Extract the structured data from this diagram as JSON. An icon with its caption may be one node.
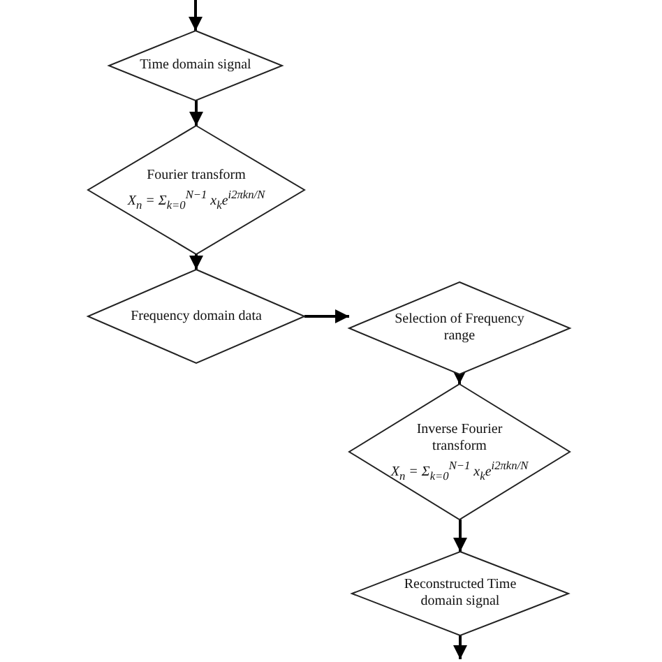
{
  "diagram": {
    "nodes": [
      {
        "text": [
          "Time domain signal"
        ]
      },
      {
        "text": [
          "Fourier transform",
          "X$_{n}$ = Σ$_{k=0}$$^{N−1}$ x$_{k}$e$^{i2πkn/N}$"
        ]
      },
      {
        "text": [
          "Frequency domain data"
        ]
      },
      {
        "text": [
          "Selection of Frequency range"
        ]
      },
      {
        "text": [
          "Inverse Fourier transform",
          "X$_{n}$ = Σ$_{k=0}$$^{N−1}$ x$_{k}$e$^{i2πkn/N}$"
        ]
      },
      {
        "text": [
          "Reconstructed Time domain signal"
        ]
      }
    ],
    "edges": [
      {
        "from": null,
        "to": 0,
        "arrow": "to"
      },
      {
        "from": 0,
        "to": 1,
        "arrow": "to"
      },
      {
        "from": 1,
        "to": 2,
        "arrow": "to"
      },
      {
        "from": 2,
        "to": 3,
        "arrow": "to"
      },
      {
        "from": 3,
        "to": 4,
        "arrow": "to"
      },
      {
        "from": 4,
        "to": 5,
        "arrow": "to"
      },
      {
        "from": 5,
        "to": null,
        "arrow": "to"
      }
    ]
  }
}
